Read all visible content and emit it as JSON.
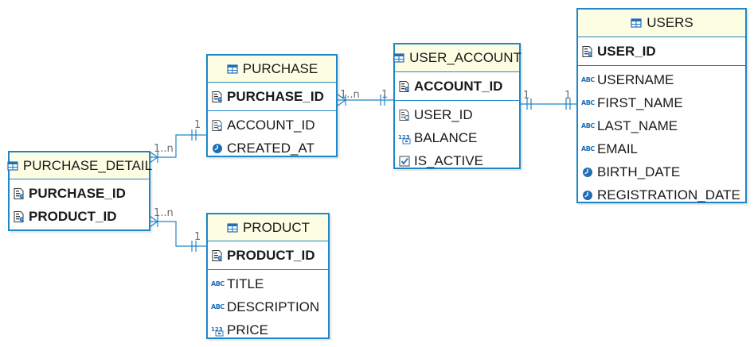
{
  "entities": {
    "purchase": {
      "title": "PURCHASE",
      "keys": [
        {
          "name": "PURCHASE_ID",
          "icon": "key-column-icon"
        }
      ],
      "columns": [
        {
          "name": "ACCOUNT_ID",
          "icon": "foreign-key-column-icon"
        },
        {
          "name": "CREATED_AT",
          "icon": "clock-icon"
        }
      ]
    },
    "user_account": {
      "title": "USER_ACCOUNT",
      "keys": [
        {
          "name": "ACCOUNT_ID",
          "icon": "key-column-icon"
        }
      ],
      "columns": [
        {
          "name": "USER_ID",
          "icon": "foreign-key-column-icon"
        },
        {
          "name": "BALANCE",
          "icon": "numeric-icon"
        },
        {
          "name": "IS_ACTIVE",
          "icon": "checkbox-icon"
        }
      ]
    },
    "users": {
      "title": "USERS",
      "keys": [
        {
          "name": "USER_ID",
          "icon": "key-column-icon"
        }
      ],
      "columns": [
        {
          "name": "USERNAME",
          "icon": "text-type-icon"
        },
        {
          "name": "FIRST_NAME",
          "icon": "text-type-icon"
        },
        {
          "name": "LAST_NAME",
          "icon": "text-type-icon"
        },
        {
          "name": "EMAIL",
          "icon": "text-type-icon"
        },
        {
          "name": "BIRTH_DATE",
          "icon": "clock-icon"
        },
        {
          "name": "REGISTRATION_DATE",
          "icon": "clock-icon"
        }
      ]
    },
    "purchase_detail": {
      "title": "PURCHASE_DETAIL",
      "keys": [
        {
          "name": "PURCHASE_ID",
          "icon": "key-column-icon"
        },
        {
          "name": "PRODUCT_ID",
          "icon": "key-column-icon"
        }
      ],
      "columns": []
    },
    "product": {
      "title": "PRODUCT",
      "keys": [
        {
          "name": "PRODUCT_ID",
          "icon": "key-column-icon"
        }
      ],
      "columns": [
        {
          "name": "TITLE",
          "icon": "text-type-icon"
        },
        {
          "name": "DESCRIPTION",
          "icon": "text-type-icon"
        },
        {
          "name": "PRICE",
          "icon": "numeric-icon"
        }
      ]
    }
  },
  "relations": [
    {
      "from": "purchase",
      "to": "user_account",
      "from_card": "1..n",
      "to_card": "1"
    },
    {
      "from": "user_account",
      "to": "users",
      "from_card": "1",
      "to_card": "1"
    },
    {
      "from": "purchase_detail",
      "to": "purchase",
      "from_card": "1..n",
      "to_card": "1"
    },
    {
      "from": "purchase_detail",
      "to": "product",
      "from_card": "1..n",
      "to_card": "1"
    }
  ],
  "colors": {
    "border": "#1e87c8",
    "header_bg": "#fdfde3",
    "connector": "#1e87c8",
    "icon_accent": "#1e6fb8"
  }
}
